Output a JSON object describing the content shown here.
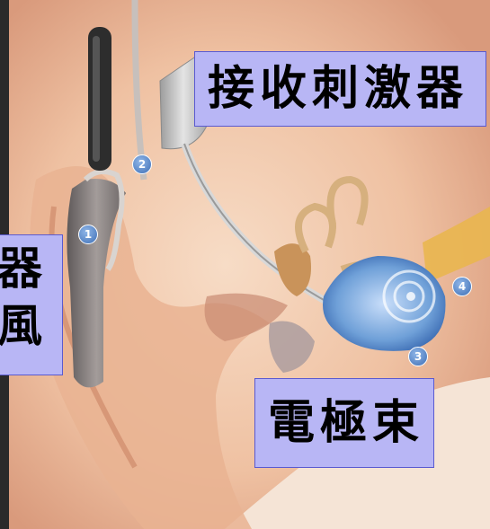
{
  "labels": {
    "receiver_stimulator": "接收刺激器",
    "electrode_array": "電極束",
    "left_label_line1": "器",
    "left_label_line2": "風"
  },
  "badges": [
    "1",
    "2",
    "3",
    "4"
  ],
  "colors": {
    "label_fill": "#b8b6f5",
    "label_border": "#5a5ad0",
    "badge": "#3f6fb5",
    "cochlea": "#6fa0d8",
    "skin": "#f2c7a8",
    "background": "#2a2a2a"
  }
}
